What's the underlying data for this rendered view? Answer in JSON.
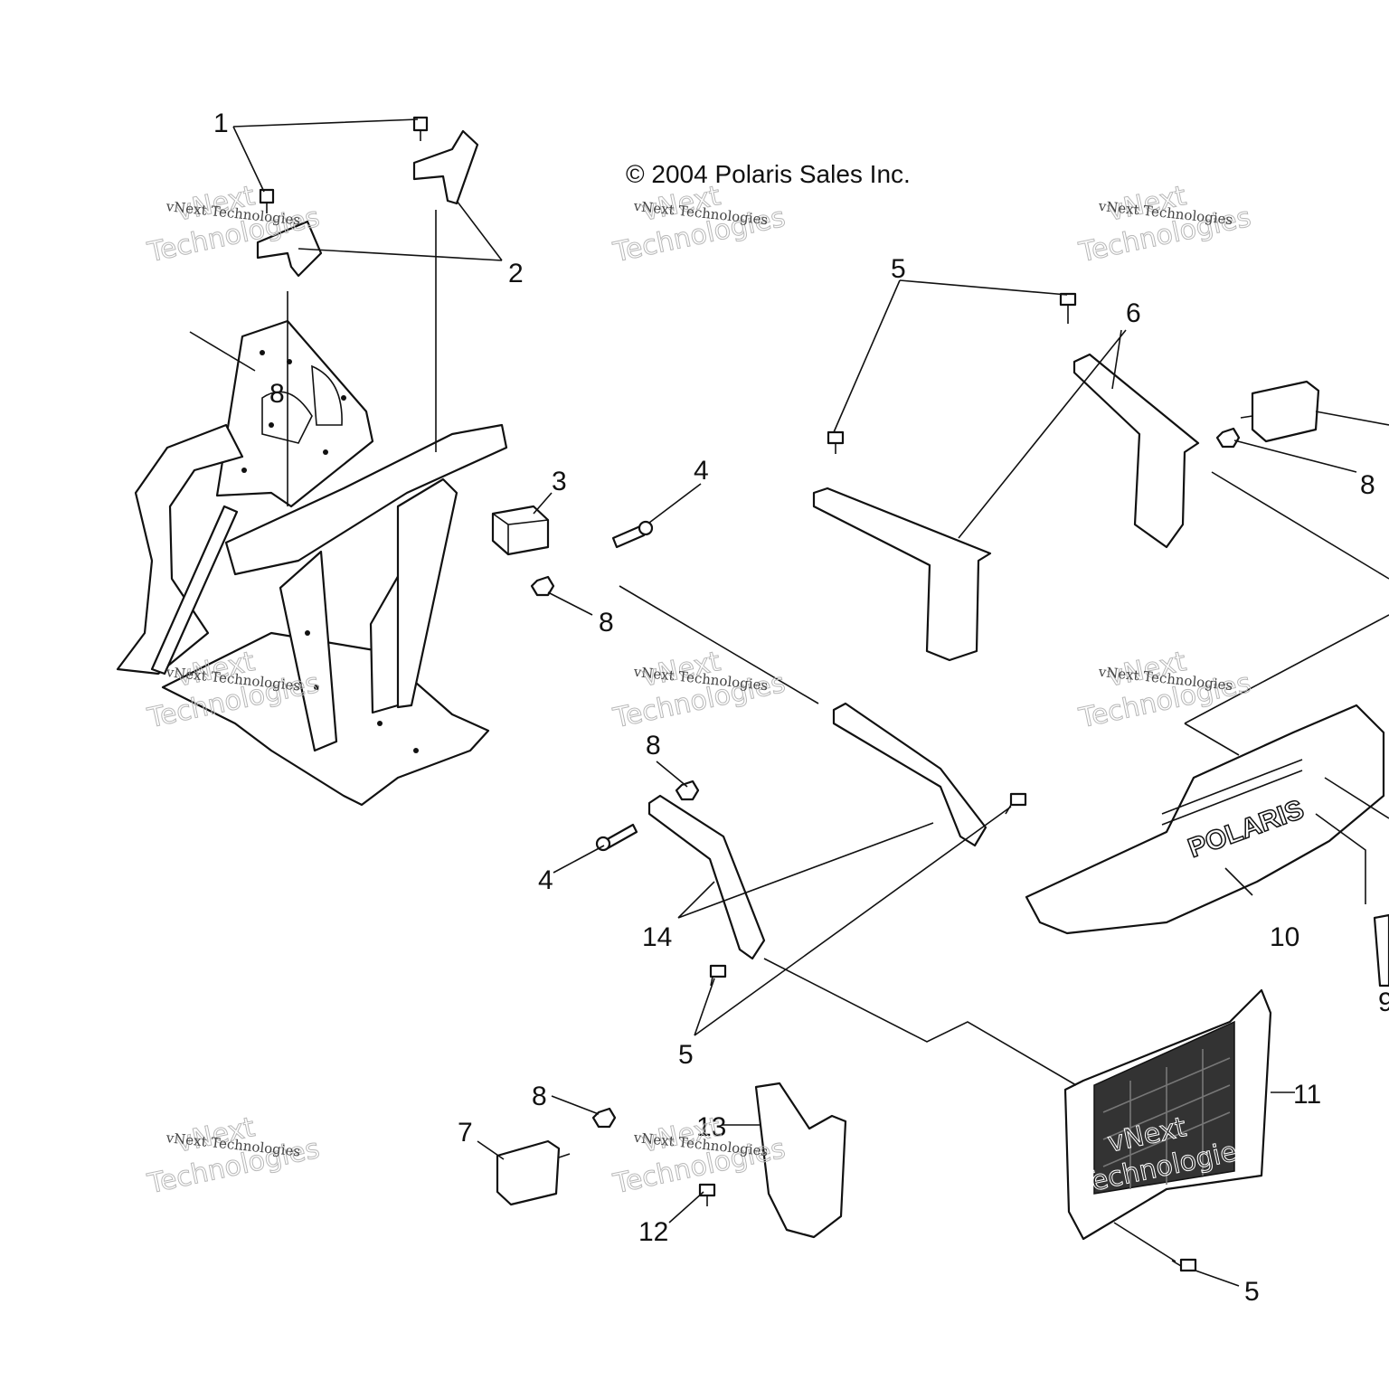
{
  "copyright": "© 2004 Polaris Sales Inc.",
  "grille_logo_text": "POLARIS",
  "watermark": {
    "small": "vNext Technologies",
    "big_top": "vNext",
    "big_bottom": "Technologies"
  },
  "callouts": [
    "1",
    "2",
    "3",
    "4",
    "5",
    "6",
    "7",
    "8",
    "9",
    "10",
    "11",
    "12",
    "13",
    "14"
  ]
}
